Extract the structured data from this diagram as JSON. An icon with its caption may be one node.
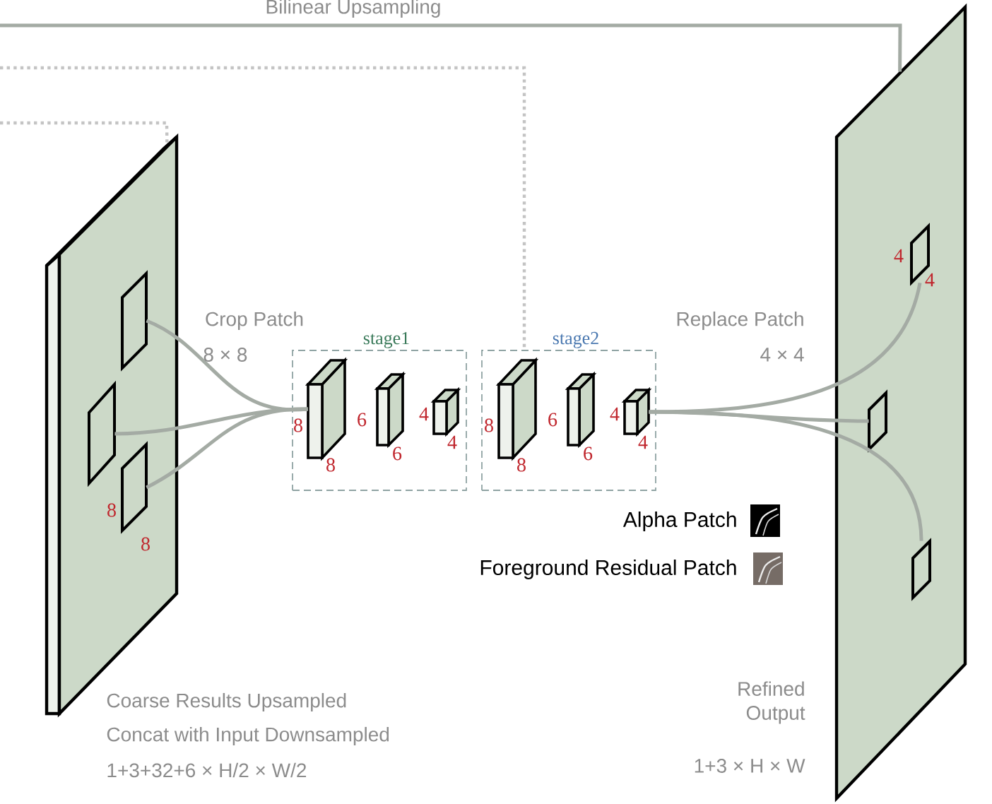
{
  "diagram": {
    "nodes": [
      {
        "text": [],
        "shape": "box",
        "beside": [
          "Coarse Results Upsampled",
          "Concat with Input Downsampled",
          "1+3+32+6 × H/2 × W/2"
        ]
      },
      {
        "text": [],
        "shape": "box",
        "in": 0
      },
      {
        "text": [],
        "shape": "box",
        "in": 0
      },
      {
        "text": [],
        "shape": "box",
        "in": 0
      },
      {
        "text": [
          "stage1"
        ]
      },
      {
        "text": [],
        "shape": "box",
        "in": 4
      },
      {
        "text": [],
        "shape": "box",
        "in": 4
      },
      {
        "text": [],
        "shape": "box",
        "in": 4
      },
      {
        "text": [
          "stage2"
        ]
      },
      {
        "text": [],
        "shape": "box",
        "in": 8
      },
      {
        "text": [],
        "shape": "box",
        "in": 8
      },
      {
        "text": [],
        "shape": "box",
        "in": 8
      },
      {
        "text": [],
        "shape": "box",
        "beside": [
          "Refined Output",
          "1+3 × H × W"
        ]
      },
      {
        "text": [],
        "shape": "box",
        "in": 12
      },
      {
        "text": [],
        "shape": "box",
        "in": 12
      },
      {
        "text": [],
        "shape": "box",
        "in": 12
      }
    ],
    "edges": [
      {
        "from": 1,
        "to": 5,
        "arrow": "none"
      },
      {
        "from": 2,
        "to": 5,
        "arrow": "none"
      },
      {
        "from": 3,
        "to": 5,
        "arrow": "none"
      },
      {
        "from": 11,
        "to": 13,
        "arrow": "none"
      },
      {
        "from": 11,
        "to": 14,
        "arrow": "none"
      },
      {
        "from": 11,
        "to": 15,
        "arrow": "none"
      },
      {
        "from": null,
        "to": 12,
        "arrow": "none",
        "label": "Bilinear Upsampling"
      },
      {
        "from": null,
        "to": 0,
        "arrow": "none",
        "style": "dashed"
      },
      {
        "from": null,
        "to": 8,
        "arrow": "none",
        "style": "dashed"
      }
    ],
    "labels": [
      "Crop Patch",
      "8 × 8",
      "Replace Patch",
      "4 × 4",
      "8",
      "8",
      "6",
      "6",
      "4",
      "4",
      "8",
      "8",
      "6",
      "6",
      "4",
      "4",
      "8",
      "8",
      "4",
      "4"
    ],
    "legend": [
      {
        "text": "Alpha Patch"
      },
      {
        "text": "Foreground Residual Patch"
      }
    ]
  }
}
